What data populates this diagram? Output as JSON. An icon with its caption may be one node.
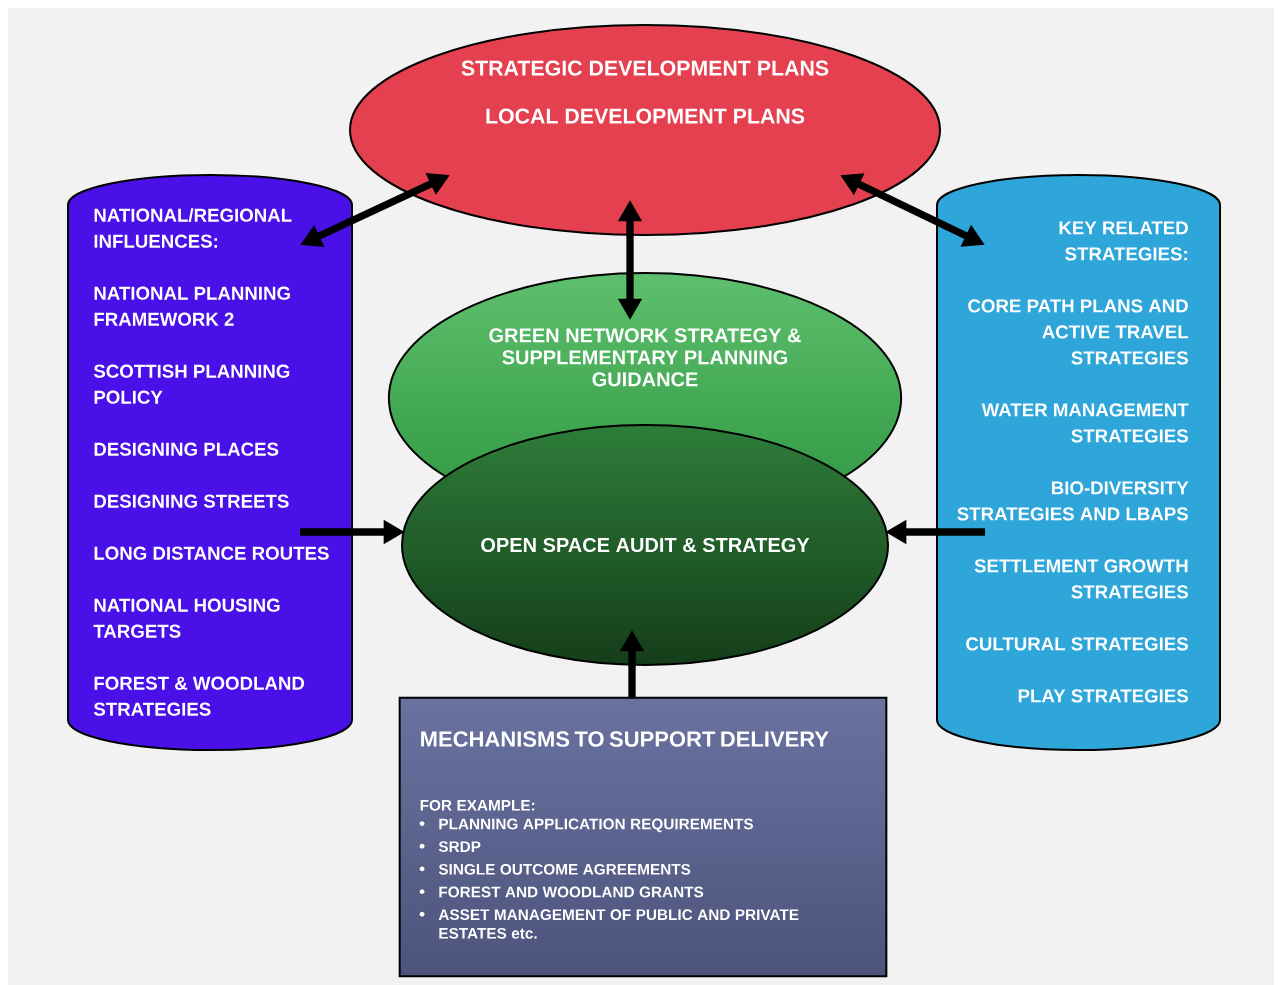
{
  "diagram": {
    "nodes": [
      {
        "text": [
          "STRATEGIC DEVELOPMENT PLANS",
          "LOCAL DEVELOPMENT PLANS"
        ]
      },
      {
        "text": [
          "NATIONAL/REGIONAL INFLUENCES:",
          "NATIONAL PLANNING FRAMEWORK 2",
          "SCOTTISH PLANNING POLICY",
          "DESIGNING PLACES",
          "DESIGNING STREETS",
          "LONG DISTANCE ROUTES",
          "NATIONAL HOUSING TARGETS",
          "FOREST & WOODLAND STRATEGIES"
        ]
      },
      {
        "text": [
          "KEY RELATED STRATEGIES:",
          "CORE PATH PLANS AND ACTIVE TRAVEL STRATEGIES",
          "WATER MANAGEMENT STRATEGIES",
          "BIO-DIVERSITY STRATEGIES AND LBAPS",
          "SETTLEMENT GROWTH STRATEGIES",
          "CULTURAL STRATEGIES",
          "PLAY STRATEGIES"
        ]
      },
      {
        "text": [
          "GREEN NETWORK STRATEGY & SUPPLEMENTARY PLANNING GUIDANCE"
        ]
      },
      {
        "text": [
          "OPEN SPACE AUDIT & STRATEGY"
        ]
      },
      {
        "text": [
          "MECHANISMS TO SUPPORT DELIVERY",
          "FOR EXAMPLE:",
          "PLANNING APPLICATION REQUIREMENTS",
          "SRDP",
          "SINGLE OUTCOME AGREEMENTS",
          "FOREST AND WOODLAND GRANTS",
          "ASSET MANAGEMENT OF PUBLIC AND PRIVATE ESTATES etc."
        ]
      }
    ],
    "edges": [
      {
        "from": 1,
        "to": 0,
        "arrow": "both"
      },
      {
        "from": 0,
        "to": 2,
        "arrow": "both"
      },
      {
        "from": 0,
        "to": 3,
        "arrow": "both"
      },
      {
        "from": 1,
        "to": 4,
        "arrow": "to"
      },
      {
        "from": 2,
        "to": 4,
        "arrow": "to"
      },
      {
        "from": 5,
        "to": 4,
        "arrow": "to"
      }
    ]
  }
}
